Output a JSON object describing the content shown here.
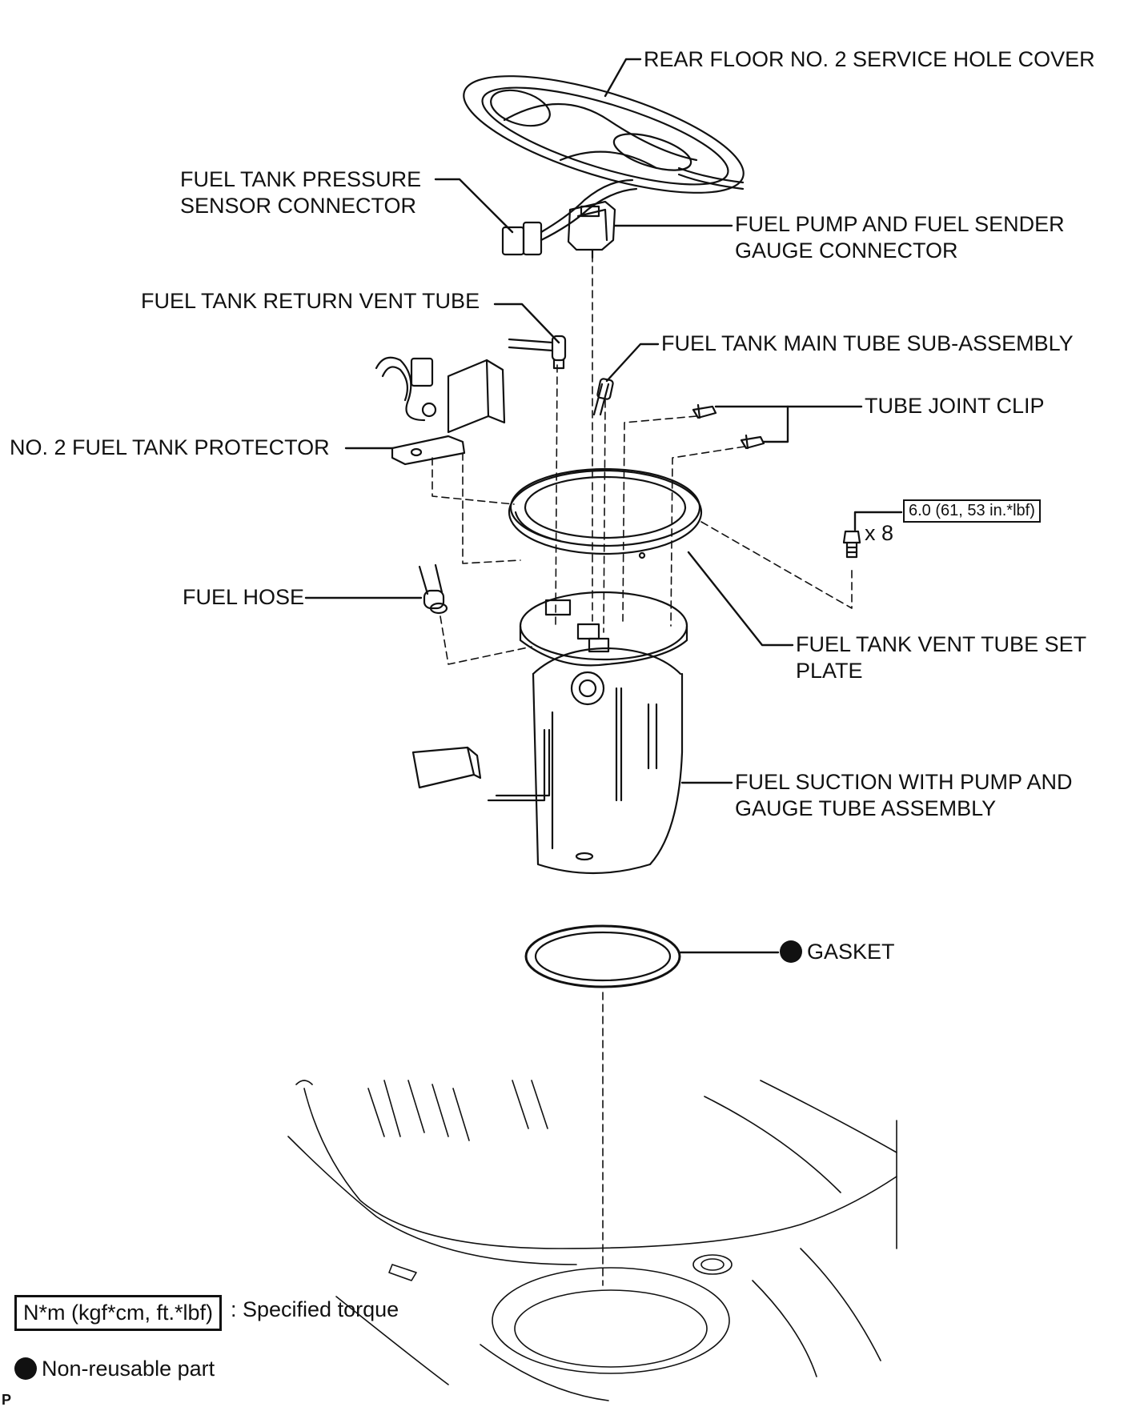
{
  "labels": {
    "service_cover": "REAR FLOOR NO. 2 SERVICE HOLE COVER",
    "pressure_sensor": [
      "FUEL TANK PRESSURE",
      "SENSOR CONNECTOR"
    ],
    "pump_connector": [
      "FUEL PUMP AND FUEL SENDER",
      "GAUGE CONNECTOR"
    ],
    "return_vent_tube": "FUEL TANK RETURN VENT TUBE",
    "main_tube": "FUEL TANK MAIN TUBE SUB-ASSEMBLY",
    "tube_joint_clip": "TUBE JOINT CLIP",
    "protector": "NO. 2 FUEL TANK PROTECTOR",
    "fuel_hose": "FUEL HOSE",
    "vent_tube_set_plate": [
      "FUEL TANK VENT TUBE SET",
      "PLATE"
    ],
    "suction_assembly": [
      "FUEL SUCTION WITH PUMP AND",
      "GAUGE TUBE ASSEMBLY"
    ],
    "gasket": "GASKET"
  },
  "torque": {
    "value": "6.0 (61, 53 in.*lbf)",
    "quantity": "x 8"
  },
  "legend": {
    "torque_box": "N*m (kgf*cm, ft.*lbf)",
    "torque_desc": ": Specified torque",
    "non_reusable": "Non-reusable part"
  },
  "corner_mark": "P"
}
